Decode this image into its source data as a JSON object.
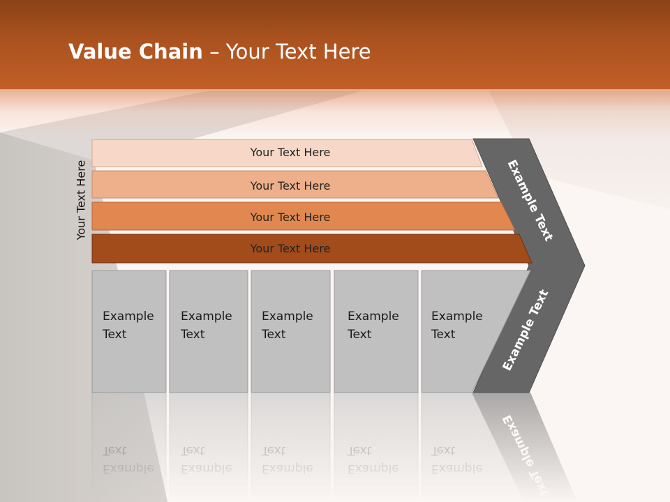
{
  "title": {
    "bold": "Value Chain",
    "rest": " – Your Text Here"
  },
  "side_label": "Your Text Here",
  "bars": [
    {
      "label": "Your Text Here",
      "color": "#f7d8c8"
    },
    {
      "label": "Your Text Here",
      "color": "#edb08b"
    },
    {
      "label": "Your Text Here",
      "color": "#e08850"
    },
    {
      "label": "Your Text Here",
      "color": "#a24b1b"
    }
  ],
  "boxes": [
    {
      "line1": "Example",
      "line2": "Text"
    },
    {
      "line1": "Example",
      "line2": "Text"
    },
    {
      "line1": "Example",
      "line2": "Text"
    },
    {
      "line1": "Example",
      "line2": "Text"
    },
    {
      "line1": "Example",
      "line2": "Text"
    }
  ],
  "chevron": {
    "upper_label": "Example Text",
    "lower_label": "Example Text",
    "color": "#666666"
  },
  "colors": {
    "header": "#b3561f",
    "box_fill": "#c0c0c0"
  }
}
